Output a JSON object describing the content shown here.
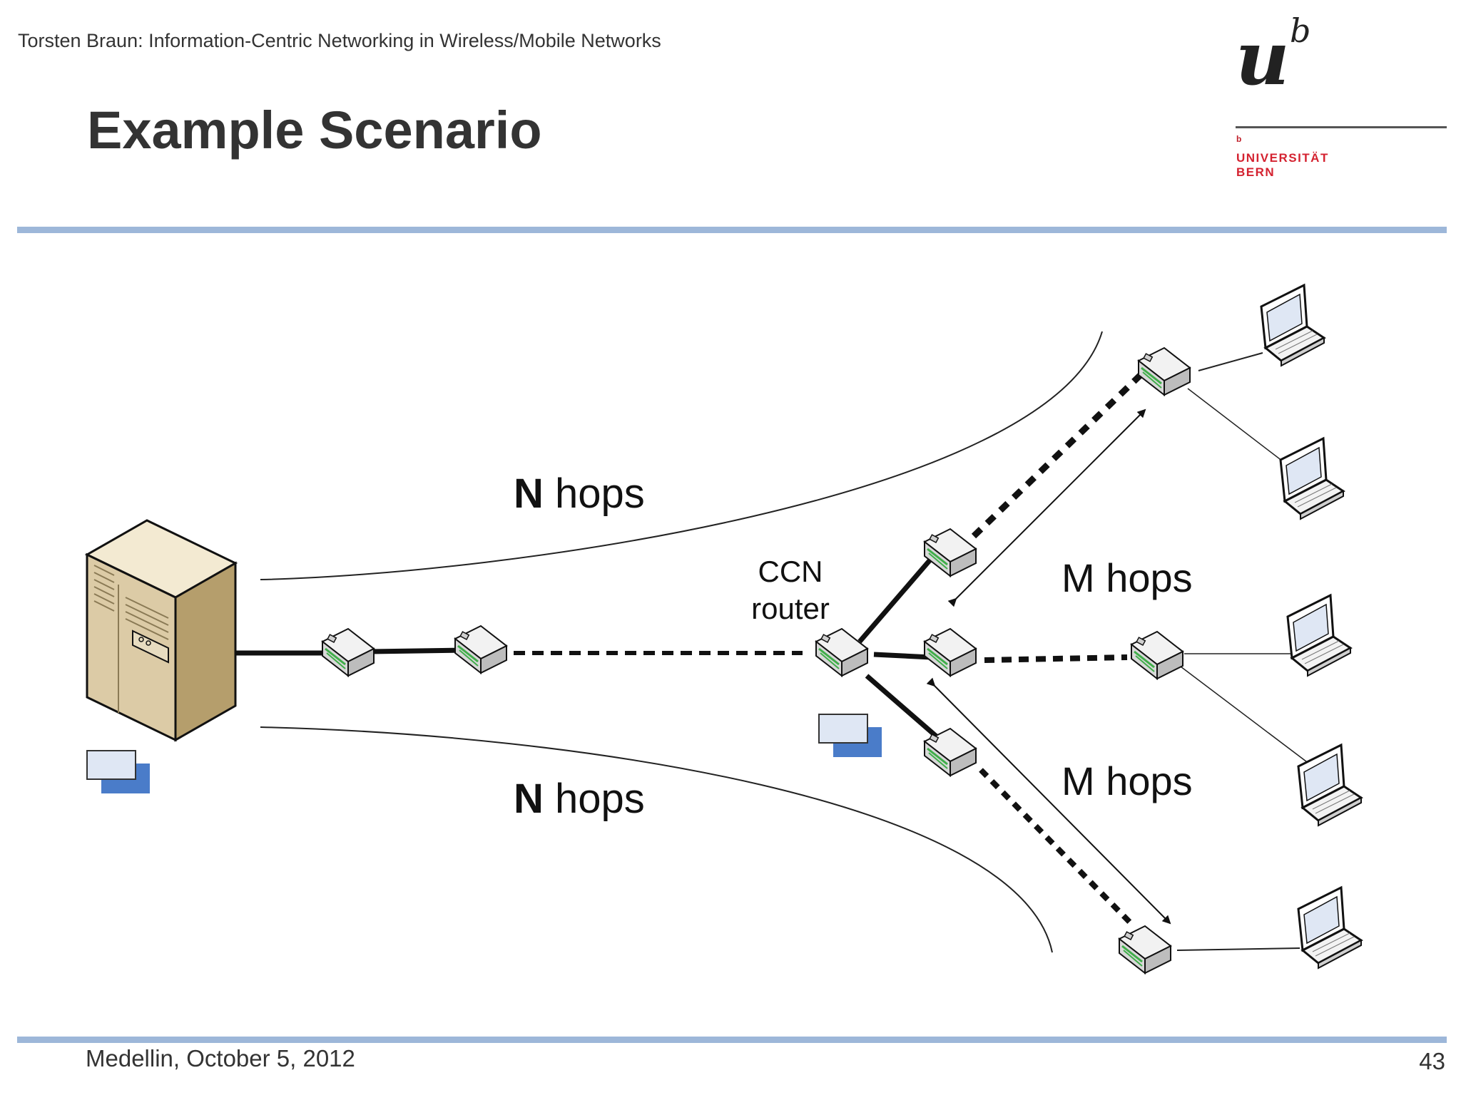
{
  "slide": {
    "header": "Torsten Braun: Information-Centric Networking in Wireless/Mobile Networks",
    "title": "Example Scenario",
    "footer_left": "Medellin, October 5, 2012",
    "page_number": "43"
  },
  "logo": {
    "letter": "u",
    "superscript": "b",
    "small_b": "b",
    "line1": "UNIVERSITÄT",
    "line2": "BERN",
    "accent_color": "#d42230"
  },
  "diagram": {
    "labels": {
      "n_hops_top_bold": "N",
      "n_hops_top_rest": " hops",
      "n_hops_bottom_bold": "N",
      "n_hops_bottom_rest": " hops",
      "m_hops_top": "M hops",
      "m_hops_bottom": "M hops",
      "ccn_line1": "CCN",
      "ccn_line2": "router"
    },
    "colors": {
      "rule": "#9db7d9",
      "server_body": "#dccba6",
      "router_body": "#e4e4e4",
      "router_led": "#3fae49",
      "content_front": "#dfe7f4",
      "content_back": "#4a7cc9"
    }
  }
}
